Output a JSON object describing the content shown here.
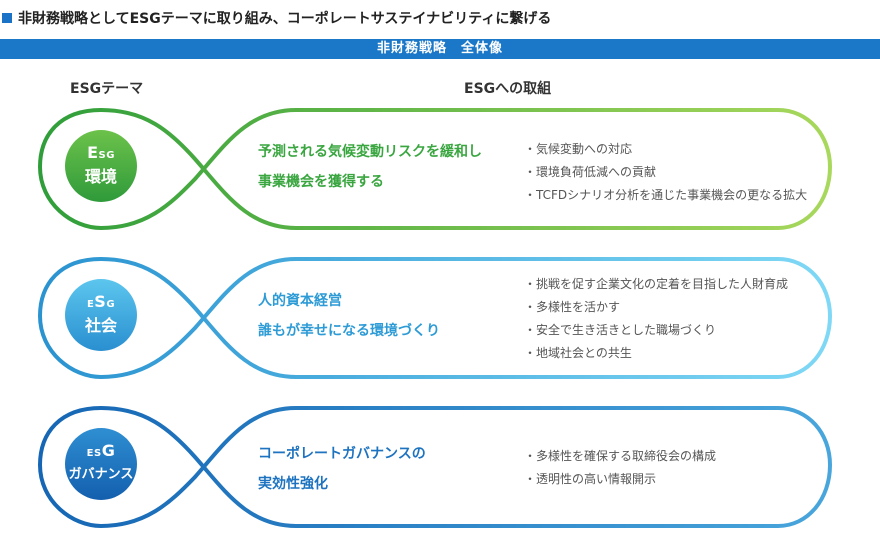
{
  "page": {
    "title": "非財務戦略としてESGテーマに取り組み、コーポレートサステイナビリティに繋げる",
    "banner": "非財務戦略　全体像",
    "col_left": "ESGテーマ",
    "col_right": "ESGへの取組"
  },
  "themes": [
    {
      "esg": [
        "E",
        "S",
        "G"
      ],
      "label": "環境",
      "heading": [
        "予測される気候変動リスクを緩和し",
        "事業機会を獲得する"
      ],
      "bullets": [
        "・気候変動への対応",
        "・環境負荷低減への貢献",
        "・TCFDシナリオ分析を通じた事業機会の更なる拡大"
      ],
      "colors": {
        "start": "#2f9e3a",
        "end": "#a8d85c",
        "circle_top": "#6cc24a",
        "circle_bottom": "#2f9a3a"
      }
    },
    {
      "esg": [
        "E",
        "S",
        "G"
      ],
      "label": "社会",
      "heading": [
        "人的資本経営",
        "誰もが幸せになる環境づくり"
      ],
      "bullets": [
        "・挑戦を促す企業文化の定着を目指した人財育成",
        "・多様性を活かす",
        "・安全で生き活きとした職場づくり",
        "・地域社会との共生"
      ],
      "colors": {
        "start": "#2a93d0",
        "end": "#7fd8f5",
        "circle_top": "#5cc6ee",
        "circle_bottom": "#2a8fd0"
      }
    },
    {
      "esg": [
        "E",
        "S",
        "G"
      ],
      "label": "ガバナンス",
      "heading": [
        "コーポレートガバナンスの",
        "実効性強化"
      ],
      "bullets": [
        "・多様性を確保する取締役会の構成",
        "・透明性の高い情報開示"
      ],
      "colors": {
        "start": "#1566b4",
        "end": "#49a6dc",
        "circle_top": "#2f8fd2",
        "circle_bottom": "#135fae"
      }
    }
  ]
}
